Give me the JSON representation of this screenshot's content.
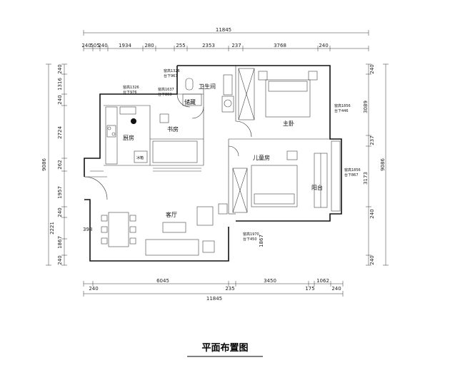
{
  "title": "平面布置图",
  "dimensions": {
    "top_total": "11845",
    "top_segments": [
      "240",
      "505",
      "240",
      "1934",
      "280",
      "255",
      "2353",
      "237",
      "3768",
      "240"
    ],
    "bottom_segments": [
      "240",
      "6045",
      "235",
      "3450",
      "175",
      "1062",
      "240"
    ],
    "bottom_total": "11845",
    "left_total": "9086",
    "left_segments": [
      "240",
      "1316",
      "240",
      "2724",
      "262",
      "1957",
      "240",
      "2221",
      "1867",
      "240"
    ],
    "right_total": "9086",
    "right_segments": [
      "240",
      "3089",
      "237",
      "3173",
      "240",
      "240"
    ],
    "misc": [
      "398",
      "1867"
    ]
  },
  "rooms": {
    "bathroom": "卫生间",
    "storage": "储藏",
    "kitchen": "厨房",
    "study": "书房",
    "master_bedroom": "主卧",
    "kids_room": "儿童房",
    "balcony": "阳台",
    "living_room": "客厅",
    "fridge": "冰箱"
  },
  "window_notes": {
    "bathroom_window": [
      "窗高1326",
      "台下967"
    ],
    "study_window": [
      "窗高1637",
      "台下863"
    ],
    "kitchen_window": [
      "窗高1326",
      "台下976"
    ],
    "master_window": [
      "窗高1856",
      "台下446"
    ],
    "balcony_window": [
      "窗高1856",
      "台下867"
    ],
    "living_window": [
      "窗高1970",
      "台下450"
    ]
  }
}
